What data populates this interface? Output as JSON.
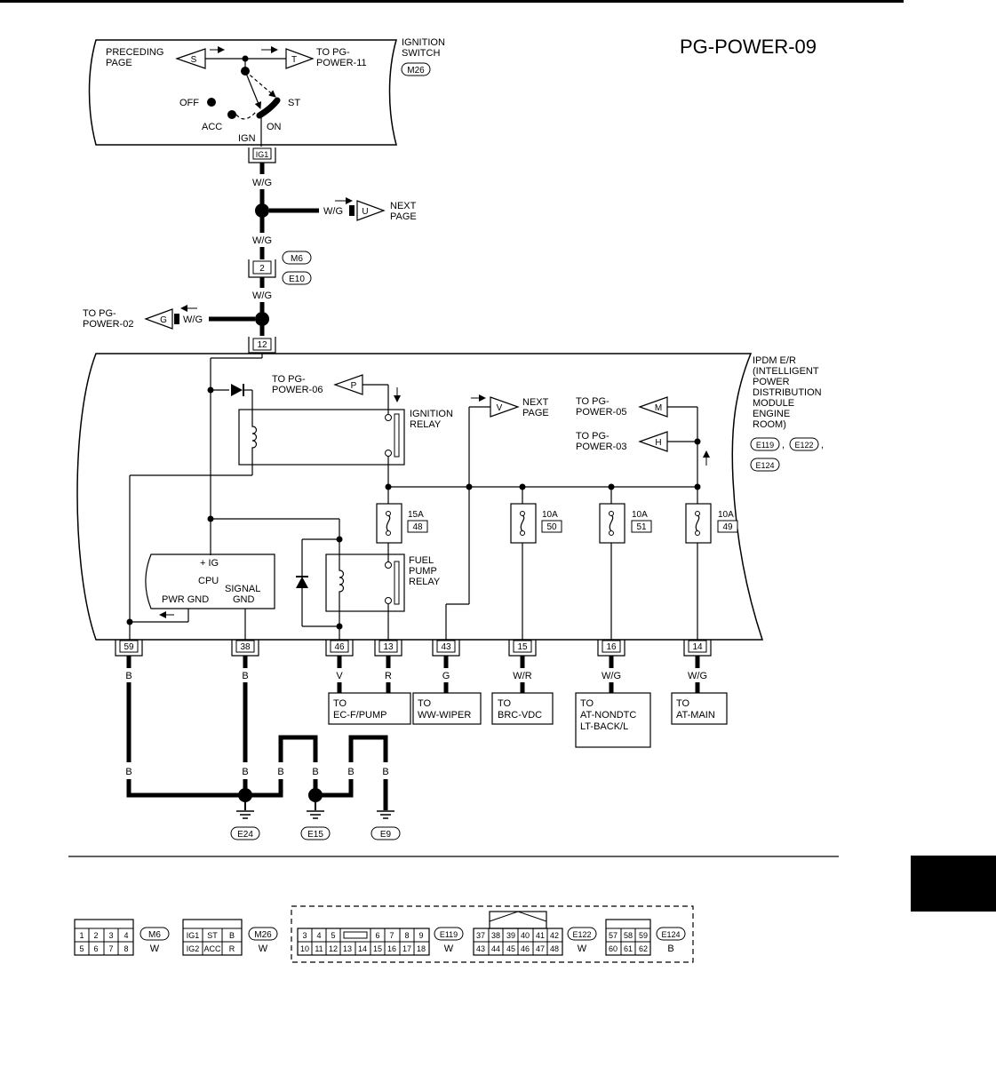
{
  "title": "PG-POWER-09",
  "ignition_switch": {
    "label": [
      "IGNITION",
      "SWITCH"
    ],
    "connector": "M26",
    "positions": {
      "off": "OFF",
      "acc": "ACC",
      "on": "ON",
      "st": "ST",
      "ign": "IGN"
    },
    "terminal": "IG1"
  },
  "refs": {
    "preceding": {
      "text": [
        "PRECEDING",
        "PAGE"
      ],
      "letter": "S"
    },
    "to_pg_power_11": {
      "text": [
        "TO PG-",
        "POWER-11"
      ],
      "letter": "T"
    },
    "next_page_u": {
      "text": [
        "NEXT",
        "PAGE"
      ],
      "letter": "U"
    },
    "to_pg_power_02": {
      "text": [
        "TO PG-",
        "POWER-02"
      ],
      "letter": "G"
    },
    "to_pg_power_06": {
      "text": [
        "TO PG-",
        "POWER-06"
      ],
      "letter": "P"
    },
    "next_page_v": {
      "text": [
        "NEXT",
        "PAGE"
      ],
      "letter": "V"
    },
    "to_pg_power_05": {
      "text": [
        "TO PG-",
        "POWER-05"
      ],
      "letter": "M"
    },
    "to_pg_power_03": {
      "text": [
        "TO PG-",
        "POWER-03"
      ],
      "letter": "H"
    }
  },
  "wires": {
    "wg": "W/G",
    "b": "B",
    "v": "V",
    "r": "R",
    "g": "G",
    "wr": "W/R"
  },
  "inline_connector": {
    "pin": "2",
    "connectors": [
      "M6",
      "E10"
    ]
  },
  "ipdm": {
    "label": [
      "IPDM E/R",
      "(INTELLIGENT",
      "POWER",
      "DISTRIBUTION",
      "MODULE",
      "ENGINE",
      "ROOM)"
    ],
    "connectors": [
      "E119",
      "E122",
      "E124"
    ],
    "ignition_relay": [
      "IGNITION",
      "RELAY"
    ],
    "fuel_pump_relay": [
      "FUEL",
      "PUMP",
      "RELAY"
    ],
    "cpu": {
      "ig": "+ IG",
      "cpu": "CPU",
      "pwr_gnd": "PWR GND",
      "signal_gnd": [
        "SIGNAL",
        "GND"
      ]
    },
    "fuses": [
      {
        "amp": "15A",
        "num": "48"
      },
      {
        "amp": "10A",
        "num": "50"
      },
      {
        "amp": "10A",
        "num": "51"
      },
      {
        "amp": "10A",
        "num": "49"
      }
    ],
    "terminals": [
      "12",
      "59",
      "38",
      "46",
      "13",
      "43",
      "15",
      "16",
      "14"
    ]
  },
  "destinations": [
    {
      "lines": [
        "TO",
        "EC-F/PUMP"
      ]
    },
    {
      "lines": [
        "TO",
        "WW-WIPER"
      ]
    },
    {
      "lines": [
        "TO",
        "BRC-VDC"
      ]
    },
    {
      "lines": [
        "TO",
        "AT-NONDTC",
        "LT-BACK/L"
      ]
    },
    {
      "lines": [
        "TO",
        "AT-MAIN"
      ]
    }
  ],
  "grounds": [
    "E24",
    "E15",
    "E9"
  ],
  "connector_views": [
    {
      "id": "M6",
      "color": "W",
      "rows": [
        [
          "1",
          "2",
          "3",
          "4"
        ],
        [
          "5",
          "6",
          "7",
          "8"
        ]
      ]
    },
    {
      "id": "M26",
      "color": "W",
      "rows": [
        [
          "IG1",
          "ST",
          "B"
        ],
        [
          "IG2",
          "ACC",
          "R"
        ]
      ]
    },
    {
      "id": "E119",
      "color": "W",
      "rows": [
        [
          "3",
          "4",
          "5",
          "",
          "6",
          "7",
          "8",
          "9"
        ],
        [
          "10",
          "11",
          "12",
          "13",
          "14",
          "15",
          "16",
          "17",
          "18"
        ]
      ]
    },
    {
      "id": "E122",
      "color": "W",
      "rows": [
        [
          "37",
          "38",
          "39",
          "40",
          "41",
          "42"
        ],
        [
          "43",
          "44",
          "45",
          "46",
          "47",
          "48"
        ]
      ]
    },
    {
      "id": "E124",
      "color": "B",
      "rows": [
        [
          "57",
          "58",
          "59"
        ],
        [
          "60",
          "61",
          "62"
        ]
      ]
    }
  ]
}
